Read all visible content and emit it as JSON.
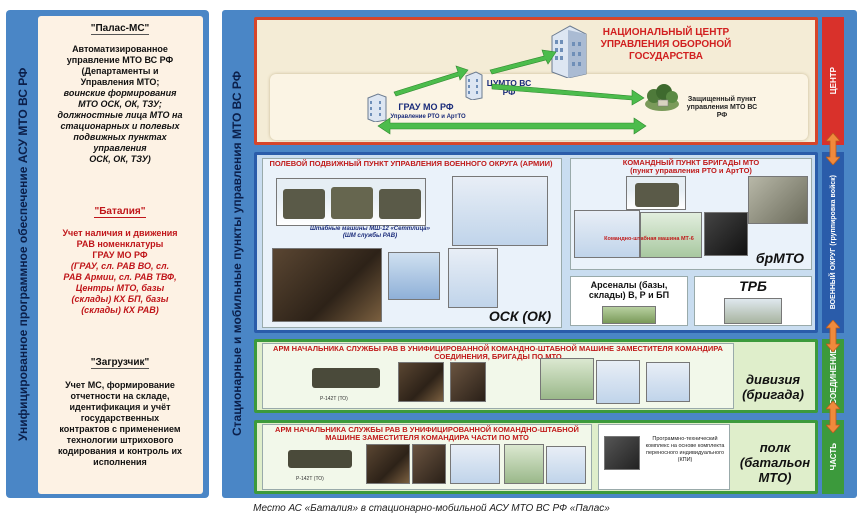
{
  "left_panel": {
    "vertical_title": "Унифицированное программное обеспечение АСУ МТО ВС РФ",
    "blocks": [
      {
        "heading": "\"Палас-МС\"",
        "lines": [
          "Автоматизированное",
          "управление МТО ВС РФ",
          "(Департаменты и",
          "Управления МТО;",
          "воинские формирования",
          "МТО ОСК, ОК, ТЗУ;",
          "должностные лица МТО на",
          "стационарных и полевых",
          "подвижных пунктах",
          "управления",
          "ОСК, ОК, ТЗУ)"
        ]
      },
      {
        "heading": "\"Баталия\"",
        "lines": [
          "Учет наличия и движения",
          "РАВ номенклатуры",
          "ГРАУ МО РФ",
          "(ГРАУ, сл. РАВ ВО, сл.",
          "РАВ Армии, сл. РАВ ТВФ,",
          "Центры МТО, базы",
          "(склады) КХ БП, базы",
          "(склады) КХ РАВ)"
        ]
      },
      {
        "heading": "\"Загрузчик\"",
        "lines": [
          "Учет МС, формирование",
          "отчетности на складе,",
          "идентификация и учёт",
          "государственных",
          "контрактов с применением",
          "технологии штрихового",
          "кодирования и контроль их",
          "исполнения"
        ]
      }
    ]
  },
  "right_panel": {
    "vertical_title": "Стационарные и мобильные пункты управления МТО ВС РФ",
    "levels": {
      "center": "ЦЕНТР",
      "okrug": "ВОЕННЫЙ ОКРУГ (группировка войск)",
      "soed": "СОЕДИНЕНИЕ",
      "chast": "ЧАСТЬ"
    },
    "center": {
      "title": "НАЦИОНАЛЬНЫЙ ЦЕНТР УПРАВЛЕНИЯ ОБОРОНОЙ ГОСУДАРСТВА",
      "tsumto": "ЦУМТО ВС РФ",
      "grau": "ГРАУ МО РФ",
      "grau_sub": "Управление РТО и АртТО",
      "protected": "Защищенный пункт управления МТО ВС РФ"
    },
    "okrug": {
      "field_title": "ПОЛЕВОЙ ПОДВИЖНЫЙ ПУНКТ УПРАВЛЕНИЯ ВОЕННОГО ОКРУГА (АРМИИ)",
      "trucks_caption_1": "Штабные машины МШ-12 «Сеттлица»",
      "trucks_caption_2": "(ШМ службы РАВ)",
      "osk": "ОСК (ОК)",
      "brigade_title": "КОМАНДНЫЙ ПУНКТ БРИГАДЫ МТО",
      "brigade_sub": "(пункт управления РТО и АртТО)",
      "brigade_machine": "Командно-штабная машина МТ-6",
      "brmto": "брМТО",
      "arsenals": "Арсеналы (базы, склады) В, Р и БП",
      "trb": "ТРБ"
    },
    "soed": {
      "title": "АРМ НАЧАЛЬНИКА СЛУЖБЫ РАВ В УНИФИЦИРОВАННОЙ КОМАНДНО-ШТАБНОЙ МАШИНЕ ЗАМЕСТИТЕЛЯ КОМАНДИРА СОЕДИНЕНИЯ, БРИГАДЫ ПО МТО",
      "truck_caption": "Р-142Т (ТО)",
      "label": "дивизия (бригада)"
    },
    "chast": {
      "title": "АРМ НАЧАЛЬНИКА СЛУЖБЫ РАВ В УНИФИЦИРОВАННОЙ КОМАНДНО-ШТАБНОЙ МАШИНЕ ЗАМЕСТИТЕЛЯ КОМАНДИРА ЧАСТИ ПО МТО",
      "truck_caption": "Р-142Т (ТО)",
      "ptk": "Программно-технический комплекс на основе комплекта переносного индивидуального (КПИ)",
      "label": "полк (батальон МТО)"
    }
  },
  "caption": "Место АС «Баталия» в стационарно-мобильной АСУ МТО ВС РФ «Палас»",
  "colors": {
    "panel_blue": "#4a86c6",
    "center_red": "#d9312b",
    "okrug_blue": "#2a5caa",
    "green": "#3c9a3c",
    "title_red": "#c0161a"
  }
}
